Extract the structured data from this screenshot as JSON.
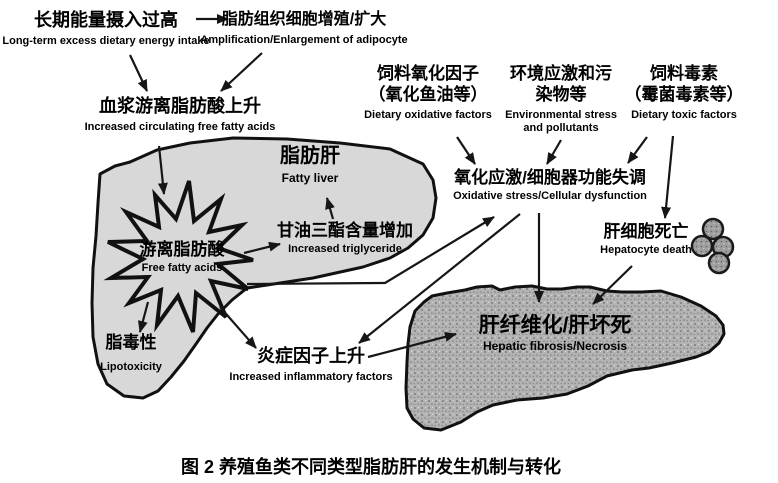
{
  "figure": {
    "caption": "图 2  养殖鱼类不同类型脂肪肝的发生机制与转化"
  },
  "nodes": {
    "energy_intake": {
      "zh": "长期能量摄入过高",
      "en": "Long-term excess dietary energy intake"
    },
    "adipocyte": {
      "zh": "脂肪组织细胞增殖/扩大",
      "en": "Amplification/Enlargement of adipocyte"
    },
    "plasma_ffa": {
      "zh": "血浆游离脂肪酸上升",
      "en": "Increased circulating free fatty acids"
    },
    "dietary_oxidative": {
      "zh_line1": "饲料氧化因子",
      "zh_line2": "（氧化鱼油等）",
      "en": "Dietary oxidative factors"
    },
    "environmental": {
      "zh_line1": "环境应激和污",
      "zh_line2": "染物等",
      "en_line1": "Environmental stress",
      "en_line2": "and pollutants"
    },
    "dietary_toxic": {
      "zh_line1": "饲料毒素",
      "zh_line2": "（霉菌毒素等）",
      "en": "Dietary toxic factors"
    },
    "oxidative_stress": {
      "zh": "氧化应激/细胞器功能失调",
      "en": "Oxidative stress/Cellular dysfunction"
    },
    "fatty_liver": {
      "zh": "脂肪肝",
      "en": "Fatty liver"
    },
    "free_fatty_acids": {
      "zh": "游离脂肪酸",
      "en": "Free fatty acids"
    },
    "triglyceride": {
      "zh": "甘油三酯含量增加",
      "en": "Increased triglyceride"
    },
    "lipotoxicity": {
      "zh": "脂毒性",
      "en": "Lipotoxicity"
    },
    "inflammatory": {
      "zh": "炎症因子上升",
      "en": "Increased inflammatory factors"
    },
    "hepatocyte_death": {
      "zh": "肝细胞死亡",
      "en": "Hepatocyte death"
    },
    "fibrosis": {
      "zh": "肝纤维化/肝坏死",
      "en": "Hepatic fibrosis/Necrosis"
    }
  },
  "colors": {
    "background": "#ffffff",
    "fatty_liver_fill": "#d8d8d8",
    "fibrotic_liver_fill": "#b3b3b3",
    "cell_fill": "#9e9e9e",
    "outline": "#111111",
    "arrow": "#161616",
    "text": "#000000"
  }
}
